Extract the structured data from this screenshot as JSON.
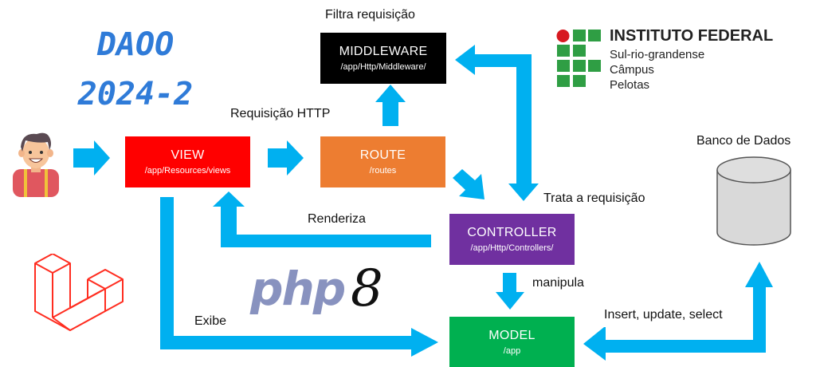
{
  "title": {
    "line1": "DAOO",
    "line2": "2024-2"
  },
  "colors": {
    "arrow": "#00b0f0",
    "view": "#ff0000",
    "middleware": "#000000",
    "route": "#ed7d31",
    "controller": "#7030a0",
    "model": "#00b050",
    "title": "#2f7bd8"
  },
  "boxes": {
    "middleware": {
      "name": "MIDDLEWARE",
      "path": "/app/Http/Middleware/"
    },
    "view": {
      "name": "VIEW",
      "path": "/app/Resources/views"
    },
    "route": {
      "name": "ROUTE",
      "path": "/routes"
    },
    "controller": {
      "name": "CONTROLLER",
      "path": "/app/Http/Controllers/"
    },
    "model": {
      "name": "MODEL",
      "path": "/app"
    }
  },
  "labels": {
    "filtra": "Filtra requisição",
    "requisicao_http": "Requisição HTTP",
    "trata": "Trata a requisição",
    "renderiza": "Renderiza",
    "manipula": "manipula",
    "exibe": "Exibe",
    "insert": "Insert, update, select",
    "banco": "Banco de Dados"
  },
  "institute": {
    "name": "INSTITUTO FEDERAL",
    "line2": "Sul-rio-grandense",
    "line3": "Câmpus",
    "line4": "Pelotas"
  },
  "logos": {
    "php": "php",
    "php_version": "8"
  }
}
